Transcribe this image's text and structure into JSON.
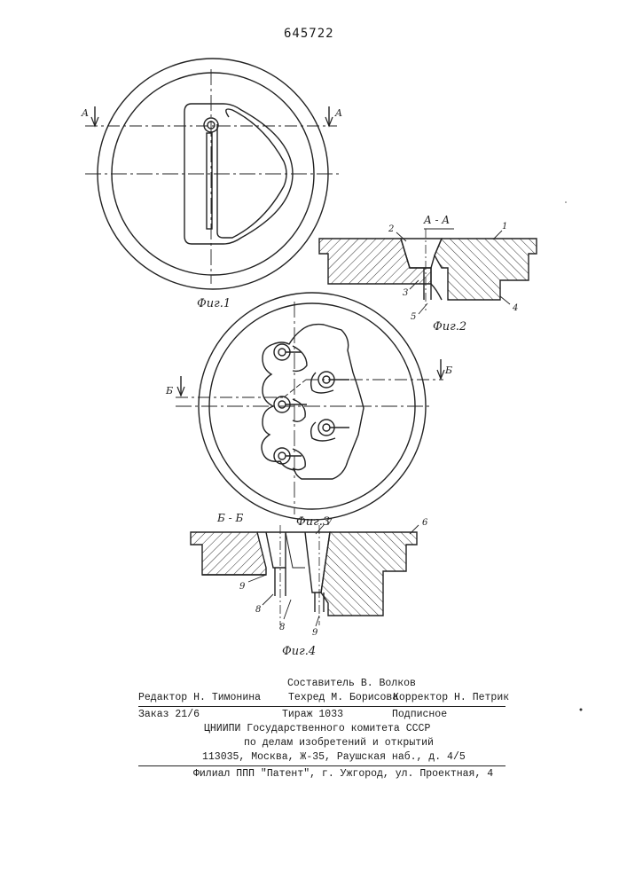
{
  "patent_number": "645722",
  "figures": {
    "fig1": {
      "caption": "Фиг.1",
      "section_marks": [
        "A",
        "A"
      ]
    },
    "fig2": {
      "caption": "Фиг.2",
      "section_title": "A - A",
      "callouts": [
        "1",
        "2",
        "3",
        "4",
        "5"
      ]
    },
    "fig3": {
      "caption": "Фиг.3",
      "section_marks": [
        "Б",
        "Б"
      ]
    },
    "fig4": {
      "caption": "Фиг.4",
      "section_title": "Б - Б",
      "callouts": [
        "6",
        "7",
        "8",
        "8",
        "9",
        "9"
      ]
    }
  },
  "footer": {
    "compiler": "Составитель В. Волков",
    "editor": "Редактор Н. Тимонина",
    "techred": "Техред М. Борисова",
    "corrector": "Корректор Н. Петрик",
    "order": "Заказ 21/6",
    "circulation": "Тираж 1033",
    "subscription": "Подписное",
    "org_line1": "ЦНИИПИ Государственного комитета СССР",
    "org_line2": "по делам изобретений и открытий",
    "address": "113035, Москва, Ж-35, Раушская наб., д. 4/5",
    "branch": "Филиал ППП \"Патент\", г. Ужгород, ул. Проектная, 4"
  }
}
